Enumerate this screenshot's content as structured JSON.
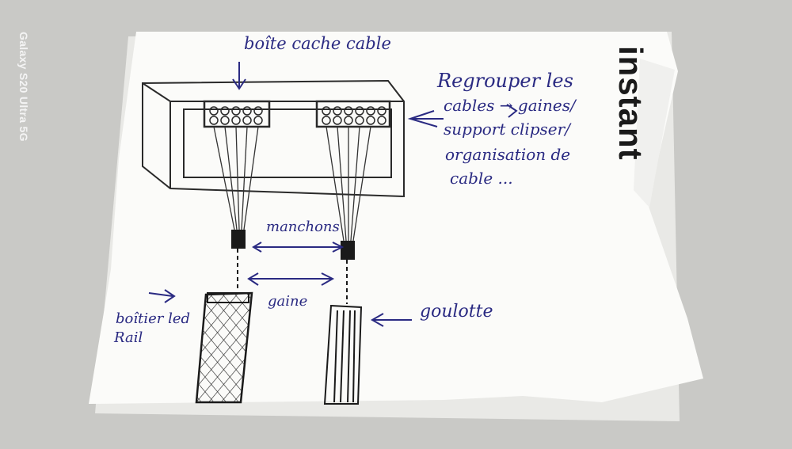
{
  "photo_watermark": "Galaxy S20 Ultra 5G",
  "brand_logo": "instant",
  "labels": {
    "top_box": "boîte cache cable",
    "note_line1": "Regrouper les",
    "note_line2": "cables → gaines/",
    "note_line3": "support clipser/",
    "note_line4": "organisation de",
    "note_line5": "cable ...",
    "manchons": "manchons",
    "gaine": "gaine",
    "boitier_line1": "boîtier led",
    "boitier_line2": "Rail",
    "goulotte": "goulotte"
  },
  "colors": {
    "background": "#c9c9c6",
    "paper": "#fbfbf9",
    "ink_blue": "#2a2a82",
    "ink_black": "#1a1a1a"
  }
}
